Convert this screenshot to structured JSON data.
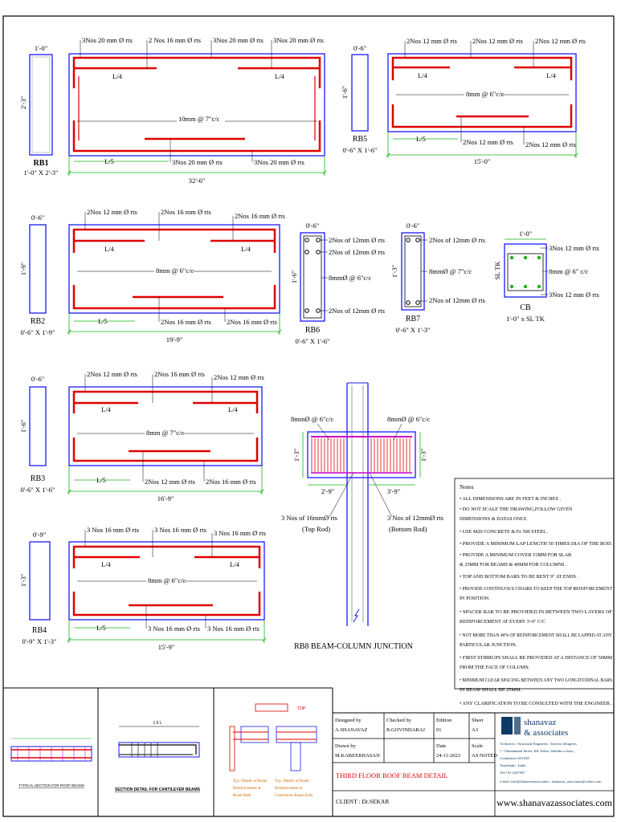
{
  "colors": {
    "outline": "#1a1aff",
    "rebar": "#e00000",
    "stirrup": "#e00000",
    "dim": "#19b319",
    "text": "#000000",
    "brand": "#0d3b66",
    "title": "#e00000"
  },
  "beams": {
    "rb1": {
      "section_w": "1'-0\"",
      "section_h": "2'-3\"",
      "name": "RB1",
      "size": "1'-0\" X 2'-3\"",
      "top_labels": [
        "3Nos 20 mm Ø rts",
        "2 Nos 16 mm Ø rts",
        "3Nos 20 mm Ø rts",
        "3Nos 20 mm Ø rts"
      ],
      "bottom_labels": [
        "3Nos 20 mm Ø rts",
        "3Nos 20 mm Ø rts"
      ],
      "stirrup": "10mm @ 7\"c/c",
      "l4_left": "L/4",
      "l4_right": "L/4",
      "l5": "L/5",
      "span": "32'-6\""
    },
    "rb5": {
      "section_w": "0'-6\"",
      "section_h": "1'-6\"",
      "name": "RB5",
      "size": "0'-6\" X 1'-6\"",
      "top_labels": [
        "2Nos 12 mm Ø rts",
        "2Nos 12 mm Ø rts",
        "2Nos 12 mm Ø rts"
      ],
      "bottom_labels": [
        "2Nos 12 mm Ø rts",
        "2Nos 12 mm Ø rts"
      ],
      "stirrup": "8mm @ 6\"c/c",
      "l4_left": "L/4",
      "l4_right": "L/4",
      "l5": "L/5",
      "span": "15'-0\""
    },
    "rb2": {
      "section_w": "0'-6\"",
      "section_h": "1'-9\"",
      "name": "RB2",
      "size": "0'-6\" X 1'-9\"",
      "top_labels": [
        "2Nos 12 mm Ø rts",
        "2Nos 16 mm Ø rts",
        "2Nos 16 mm Ø rts"
      ],
      "bottom_labels": [
        "2Nos 16 mm Ø rts",
        "2Nos 16 mm Ø rts"
      ],
      "stirrup": "8mm @ 6\"c/c",
      "l4_left": "L/4",
      "l4_right": "L/4",
      "l5": "L/5",
      "span": "19'-9\""
    },
    "rb3": {
      "section_w": "0'-6\"",
      "section_h": "1'-6\"",
      "name": "RB3",
      "size": "0'-6\" X 1'-6\"",
      "top_labels": [
        "2Nos 12 mm Ø rts",
        "2Nos 16 mm Ø rts",
        "2Nos 12 mm Ø rts"
      ],
      "bottom_labels": [
        "2Nos 12 mm Ø rts",
        "2Nos 16 mm Ø rts"
      ],
      "stirrup": "8mm @ 7\"c/c",
      "l4_left": "L/4",
      "l4_right": "L/4",
      "l5": "L/5",
      "span": "16'-9\""
    },
    "rb4": {
      "section_w": "0'-9\"",
      "section_h": "1'-3\"",
      "name": "RB4",
      "size": "0'-9\" X 1'-3\"",
      "top_labels": [
        "3 Nos 16 mm Ø rts",
        "3 Nos 16 mm Ø rts",
        "3 Nos 16 mm Ø rts"
      ],
      "bottom_labels": [
        "3 Nos 16 mm Ø rts",
        "3 Nos 16 mm Ø rts"
      ],
      "stirrup": "8mm @ 6\"c/c",
      "l4_left": "L/4",
      "l4_right": "L/4",
      "l5": "L/5",
      "span": "15'-9\""
    }
  },
  "rb6": {
    "width": "0'-6\"",
    "height": "1'-6\"",
    "name": "RB6",
    "size": "0'-6\" X 1'-6\"",
    "labels": [
      "2Nos of 12mm Ø rts",
      "2Nos of 12mm Ø rts",
      "8mmØ @ 6\"c/c",
      "2Nos of 12mm Ø rts"
    ]
  },
  "rb7": {
    "width": "0'-6\"",
    "height": "1'-3\"",
    "name": "RB7",
    "size": "0'-6\" X 1'-3\"",
    "labels": [
      "2Nos of 12mm Ø rts",
      "8mmØ @ 7\"c/c",
      "2Nos of 12mm Ø rts"
    ]
  },
  "cb": {
    "width": "1'-0\"",
    "height": "SL TK",
    "name": "CB",
    "size": "1'-0\" x SL TK",
    "labels": [
      "3Nos 12 mm Ø rts",
      "8mm @ 6\" c/c",
      "3Nos 12 mm Ø rts"
    ]
  },
  "rb8": {
    "left_stirrup": "8mmØ @ 6\"c/c",
    "right_stirrup": "8mmØ @ 6\"c/c",
    "left_h": "1'-3\"",
    "right_h": "1'-3\"",
    "left_len": "2'-9\"",
    "right_len": "3'-9\"",
    "top_rod": "3 Nos of 16mmØ rts",
    "top_rod_note": "(Top Rod)",
    "bottom_rod": "3 Nos of 12mmØ rts",
    "bottom_rod_note": "(Bottom Rod)",
    "title": "RB8 BEAM-COLUMN JUNCTION"
  },
  "notes": {
    "heading": "Notes",
    "items": [
      "• ALL DIMENSIONS ARE IN FEET & INCHES .",
      "• DO NOT SCALE THE DRAWING,FOLLOW GIVEN",
      "  DIMENSIONS & DATAS ONLY.",
      "• USE M20 CONCRETE & Fe 500 STEEL .",
      "• PROVIDE A MINIMUM LAP LENGTH 50 TIMES DIA OF THE ROD.",
      "• PROVIDE A MINIMUM COVER 15MM FOR SLAB",
      "  & 25MM FOR BEAMS & 40MM FOR COLUMNS .",
      "• TOP AND BOTTOM BARS TO BE BENT 9\" AT ENDS .",
      "• PROVIDE CONTINUOUS CHAIRS TO KEEP THE TOP REINFORCEMENT",
      "  IN POSITION.",
      "• SPACER BAR TO BE PROVIDED IN BETWEEN TWO LAYERS OF",
      "  REINFORCEMENT AT EVERY 3'-0\" C/C",
      "• NOT MORE THAN 40% OF REINFORCEMENT SHALL BE LAPPED AT ANY",
      "  PARTICULAR JUNCTION.",
      "• FIRST STIRRUPS SHALL BE PROVIDED AT A DISTANCE OF 50MM",
      "  FROM THE FACE OF COLUMN.",
      "• MINIMUM CLEAR SPACING BETWEEN ANY TWO LONGITUDINAL BARS",
      "  IN BEAM SHALL BE 25MM.",
      "• ANY CLARIFICATION TO BE CONSULTED WITH THE ENGINEER ."
    ]
  },
  "bottom_strip": {
    "typical_section": "TYPICAL SECTION FOR ROOF BEAMS",
    "cantilever": "SECTION DETAIL FOR CANTILEVER BEAMS",
    "cantilever_dim": "1.5 L",
    "top_label": "TOP",
    "detail_a": [
      "Typ. Details of Beam",
      "Reinforcement at",
      "Beam Bath"
    ],
    "detail_b": [
      "Typ. Details of Beam",
      "Reinforcement at",
      "Continuous Beam Ends"
    ]
  },
  "title_block": {
    "designed_by_label": "Designed by",
    "designed_by": "A.SHANAVAZ",
    "checked_by_label": "Checked by",
    "checked_by": "R.GOVINDARAJ",
    "edition_label": "Edition",
    "edition": "01",
    "sheet_label": "Sheet",
    "sheet": "A3",
    "drawn_by_label": "Drawn by",
    "drawn_by": "M.KABEERHASAN",
    "date_label": "Date",
    "date": "24-11-2023",
    "scale_label": "Scale",
    "scale": "AS NOTED",
    "title": "THIRD FLOOR ROOF BEAM DETAIL",
    "client": "CLIENT : Dr.SEKAR"
  },
  "brand": {
    "name": "shanavaz",
    "name2": "& associates",
    "tagline": "Architects / Structural Engineers / Interior designers",
    "address1": "7, Chinnammal Street, KK Pudur ,Saibaba colony ,",
    "address2": "Coimbatore 641038",
    "address3": "Tamilnadu , India",
    "phone": "Tel:+91 2447947",
    "email": "e-mail: info@shanavazassociates / shanavaz_associates@yahoo.com",
    "website": "www.shanavazassociates.com"
  }
}
